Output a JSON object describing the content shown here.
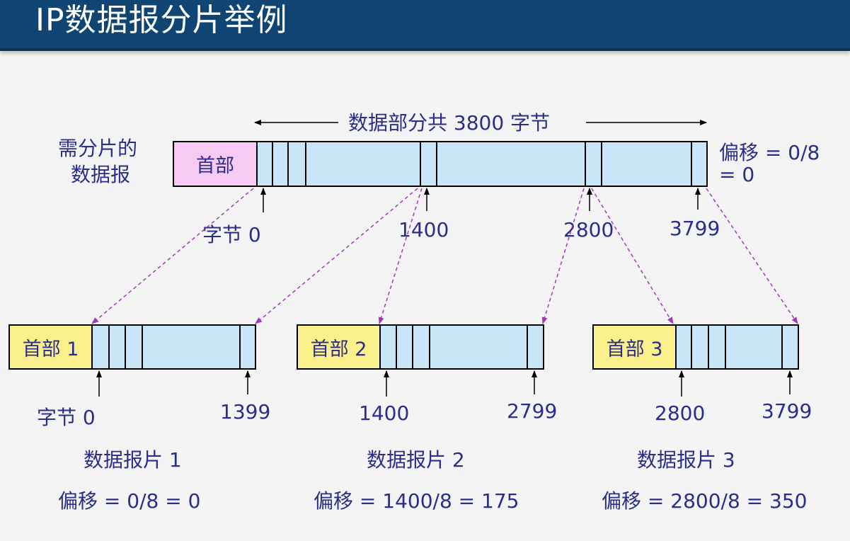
{
  "title": "IP数据报分片举例",
  "original": {
    "label_line1": "需分片的",
    "label_line2": "数据报",
    "header": "首部",
    "span_label": "数据部分共 3800 字节",
    "offset_line1": "偏移 = 0/8",
    "offset_line2": "= 0",
    "byte_labels": [
      "字节 0",
      "1400",
      "2800",
      "3799"
    ]
  },
  "fragments": [
    {
      "header": "首部 1",
      "start_label": "字节 0",
      "end_label": "1399",
      "name": "数据报片 1",
      "offset": "偏移 = 0/8 = 0"
    },
    {
      "header": "首部 2",
      "start_label": "1400",
      "end_label": "2799",
      "name": "数据报片 2",
      "offset": "偏移 = 1400/8 = 175"
    },
    {
      "header": "首部 3",
      "start_label": "2800",
      "end_label": "3799",
      "name": "数据报片 3",
      "offset": "偏移 = 2800/8 = 350"
    }
  ],
  "colors": {
    "title_bar": "#0f4473",
    "data_fill": "#c9e6f9",
    "original_header_fill": "#f6caf2",
    "fragment_header_fill": "#faf08c",
    "text": "#2a2d8c",
    "dashed_arrow": "#a23ab7"
  }
}
